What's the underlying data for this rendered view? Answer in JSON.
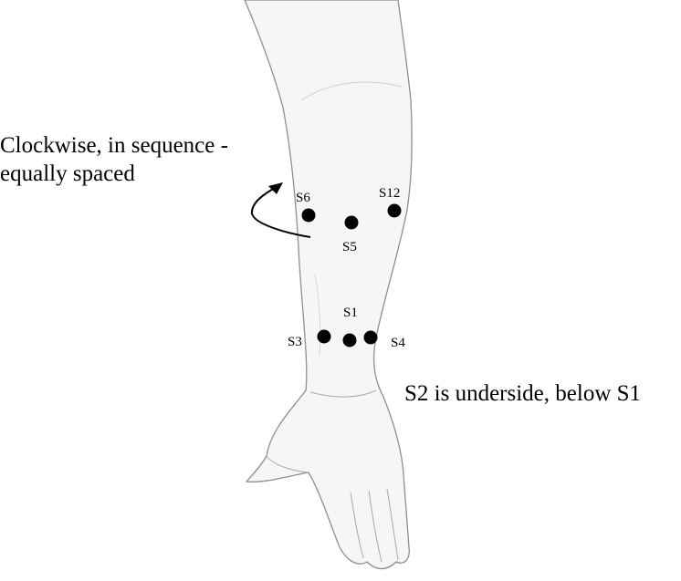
{
  "notes": {
    "clockwise_line1": "Clockwise, in sequence -",
    "clockwise_line2": "equally spaced",
    "underside": "S2 is underside, below S1"
  },
  "sensors": [
    {
      "id": "s6",
      "label": "S6"
    },
    {
      "id": "s12",
      "label": "S12"
    },
    {
      "id": "s5",
      "label": "S5"
    },
    {
      "id": "s1",
      "label": "S1"
    },
    {
      "id": "s3",
      "label": "S3"
    },
    {
      "id": "s4",
      "label": "S4"
    }
  ],
  "colors": {
    "marker": "#000000",
    "outline": "#8f8f8f",
    "skin": "#f6f6f6"
  }
}
